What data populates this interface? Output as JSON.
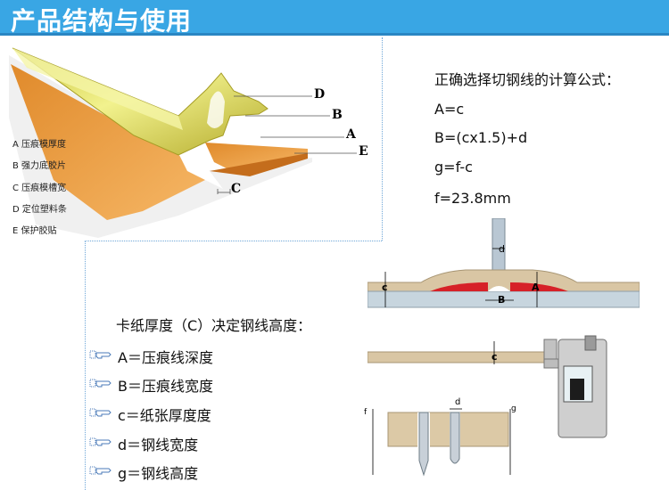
{
  "header": {
    "title": "产品结构与使用"
  },
  "diagram_labels": {
    "D": "D",
    "B": "B",
    "A": "A",
    "E": "E",
    "C": "C"
  },
  "legend": [
    "A 压痕模厚度",
    "B 强力底胶片",
    "C 压痕模槽宽",
    "D 定位塑料条",
    "E 保护胶贴"
  ],
  "formulas": {
    "title": "正确选择切钢线的计算公式：",
    "lines": [
      "A=c",
      "B=(cx1.5)+d",
      "g=f-c",
      "f=23.8mm"
    ]
  },
  "small_labels": {
    "d": "d",
    "c": "c",
    "B": "B",
    "A": "A",
    "f": "f",
    "g": "g"
  },
  "card": {
    "title": "卡纸厚度（C）决定钢线高度：",
    "definitions": [
      "A＝压痕线深度",
      "B＝压痕线宽度",
      "c＝纸张厚度度",
      "d＝钢线宽度",
      "g＝钢线高度"
    ]
  },
  "colors": {
    "header": "#39a6e4",
    "brass": "#e1e36f",
    "orange": "#f0a24a",
    "red": "#d62128"
  }
}
